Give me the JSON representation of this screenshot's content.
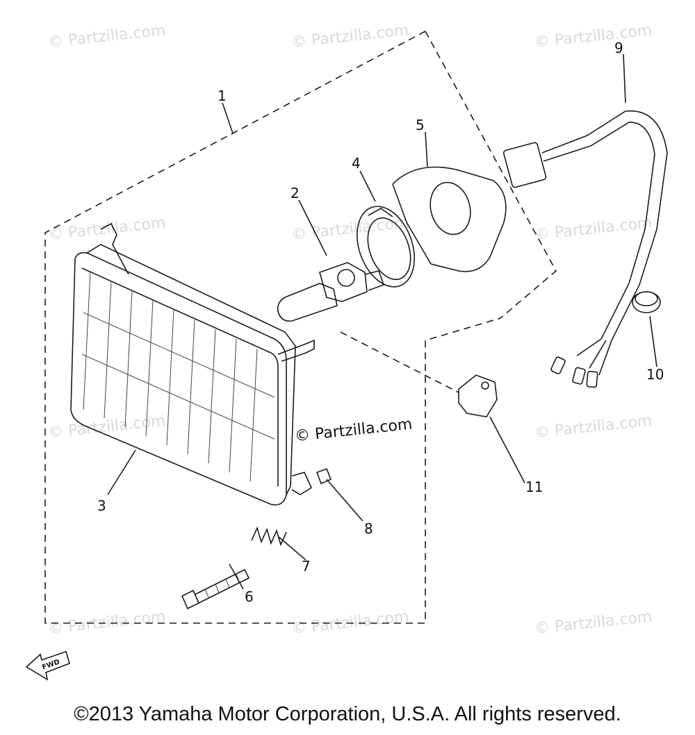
{
  "watermark": {
    "text": "© Partzilla.com"
  },
  "center_watermark": "© Partzilla.com",
  "callouts": {
    "p1": "1",
    "p2": "2",
    "p3": "3",
    "p4": "4",
    "p5": "5",
    "p6": "6",
    "p7": "7",
    "p8": "8",
    "p9": "9",
    "p10": "10",
    "p11": "11"
  },
  "front_arrow_label": "FWD",
  "copyright": "©2013 Yamaha Motor Corporation, U.S.A. All rights reserved.",
  "colors": {
    "line": "#1a1a1a",
    "watermark": "#d9d9d9",
    "background": "#ffffff"
  }
}
